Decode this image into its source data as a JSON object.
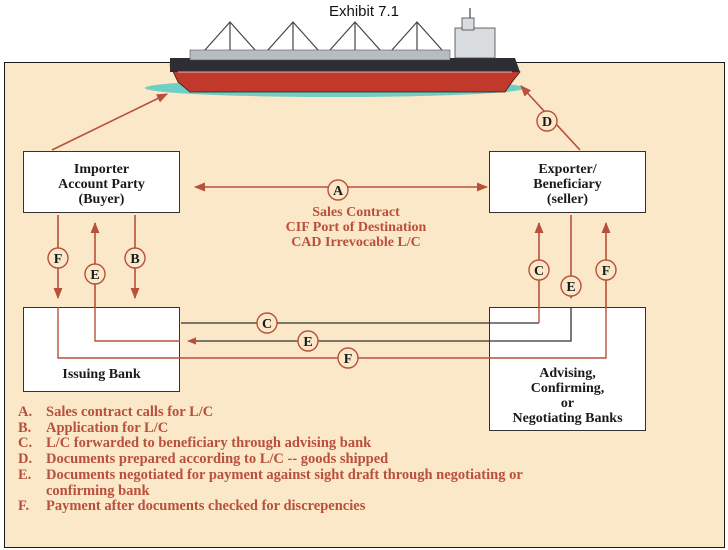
{
  "title": "Exhibit 7.1",
  "colors": {
    "panel": "#fbe8c8",
    "arrow": "#b8503c",
    "text": "#b8503c",
    "hull": "#c0392b",
    "water": "#6fcfc4"
  },
  "boxes": {
    "importer": {
      "lines": [
        "Importer",
        "Account Party",
        "(Buyer)"
      ]
    },
    "exporter": {
      "lines": [
        "Exporter/",
        "Beneficiary",
        "(seller)"
      ]
    },
    "issuing_bank": {
      "lines": [
        "Issuing Bank"
      ]
    },
    "advising_bank": {
      "lines": [
        "Advising,",
        "Confirming,",
        "or",
        "Negotiating Banks"
      ]
    }
  },
  "center_label": {
    "letter": "A",
    "lines": [
      "Sales Contract",
      "CIF Port of Destination",
      "CAD Irrevocable L/C"
    ]
  },
  "flow_labels": {
    "importer_side": [
      "F",
      "E",
      "B"
    ],
    "exporter_side": [
      "C",
      "E",
      "F"
    ],
    "between_banks": [
      "C",
      "E",
      "F"
    ],
    "to_ship": "D"
  },
  "legend": [
    {
      "letter": "A.",
      "text": "Sales contract calls for L/C"
    },
    {
      "letter": "B.",
      "text": "Application for L/C"
    },
    {
      "letter": "C.",
      "text": "L/C forwarded to beneficiary through advising bank"
    },
    {
      "letter": "D.",
      "text": "Documents prepared according to L/C -- goods shipped"
    },
    {
      "letter": "E.",
      "text": "Documents negotiated for payment against sight draft through negotiating or"
    },
    {
      "letter": "",
      "text": "confirming bank"
    },
    {
      "letter": "F.",
      "text": "Payment after documents checked for discrepencies"
    }
  ]
}
